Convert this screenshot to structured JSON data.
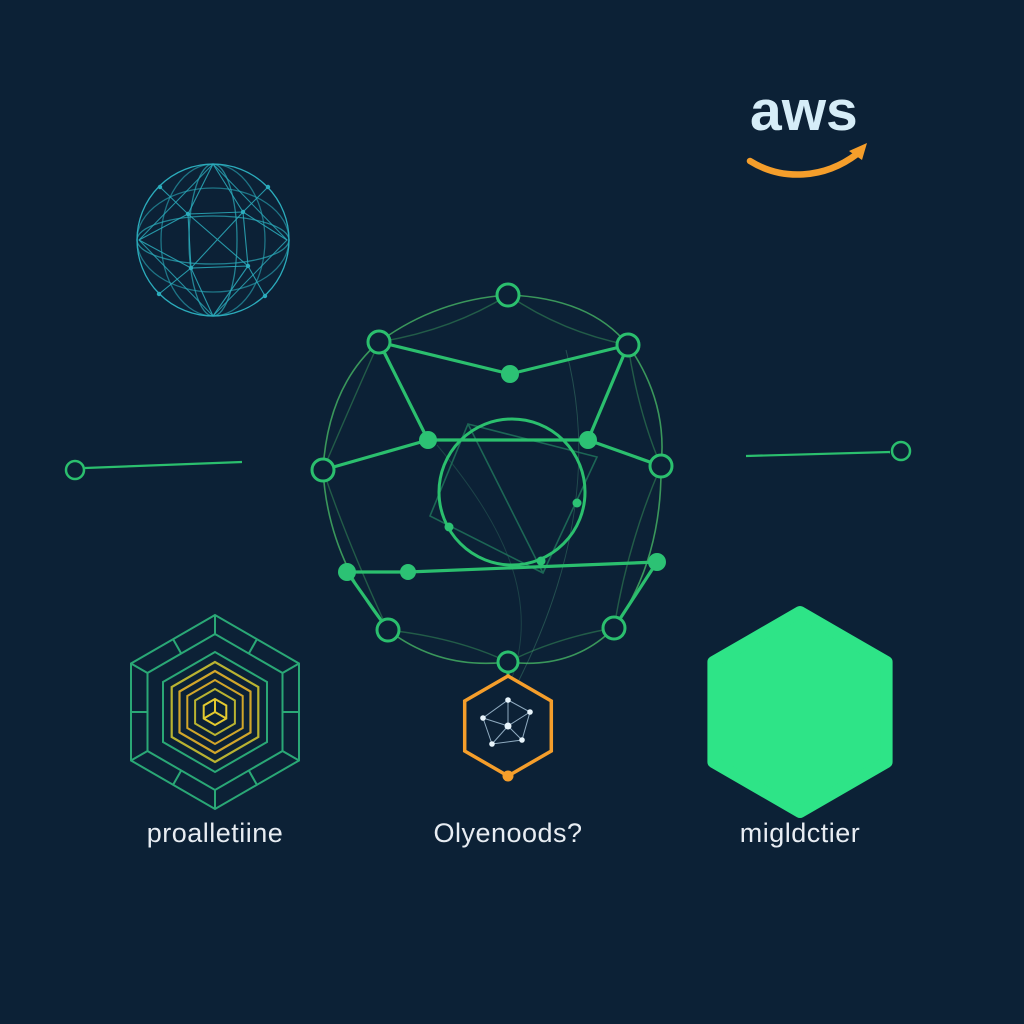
{
  "background": "#0c2136",
  "logo": {
    "text": "aws",
    "text_color": "#d6edf8",
    "swoosh_color": "#f59e2b"
  },
  "labels": {
    "left": "proalletiine",
    "center": "Olyenoods?",
    "right": "migldctier"
  },
  "colors": {
    "teal": "#2fbccb",
    "green": "#2bbf6e",
    "green_thin": "#3fa45f",
    "green_dark": "#1e6e59",
    "bright_green": "#2ee487",
    "orange": "#f59e2b",
    "yellow_green": "#b9b331",
    "amber": "#d2a62a",
    "label_text": "#e8edf3"
  },
  "icons": {
    "top_left": "wireframe-sphere-icon",
    "top_right": "aws-logo",
    "middle_left": "left-connector-icon",
    "middle_right": "right-connector-icon",
    "center": "network-graph",
    "bottom_left": "hex-mandala-icon",
    "bottom_center": "hex-network-pendant-icon",
    "bottom_right": "solid-hexagon-icon"
  }
}
